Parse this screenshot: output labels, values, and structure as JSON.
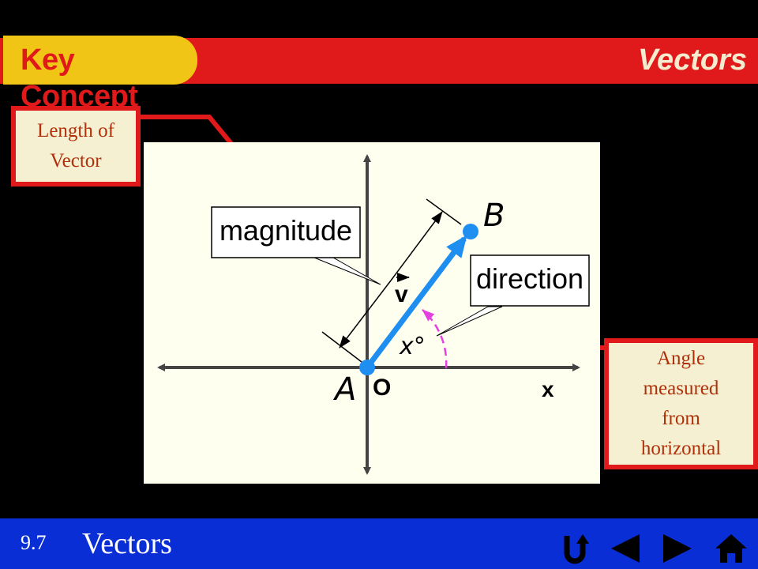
{
  "header": {
    "title": "Key Concept",
    "topic": "Vectors"
  },
  "callouts": {
    "left": "Length of\nVector",
    "right": "Angle\nmeasured\nfrom\nhorizontal"
  },
  "figure": {
    "magnitude_label": "magnitude",
    "direction_label": "direction",
    "point_a": "A",
    "point_b": "B",
    "origin": "O",
    "x_axis": "x",
    "vector": "v",
    "angle": "x°"
  },
  "footer": {
    "section_number": "9.7",
    "section_title": "Vectors"
  },
  "nav_icons": [
    "return-icon",
    "previous-icon",
    "next-icon",
    "home-icon"
  ],
  "colors": {
    "accent_red": "#e01a1a",
    "header_yellow": "#f1c516",
    "vector_blue": "#1e8ef0",
    "angle_magenta": "#e43fe0",
    "footer_blue": "#0a2ed6",
    "figure_background": "#fffff0"
  }
}
